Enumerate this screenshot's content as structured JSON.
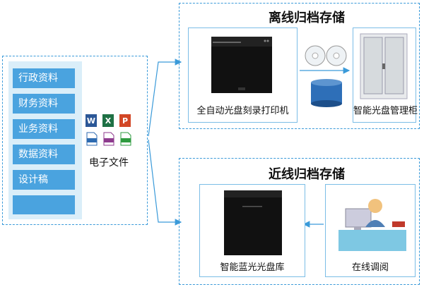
{
  "sources": {
    "items": [
      "行政资料",
      "财务资料",
      "业务资料",
      "数据资料",
      "设计稿",
      ""
    ]
  },
  "files": {
    "label": "电子文件",
    "icons": [
      "word-icon",
      "excel-icon",
      "powerpoint-icon",
      "pdf-icon",
      "psd-icon",
      "html-icon"
    ]
  },
  "offline": {
    "title": "离线归档存储",
    "burner_label": "全自动光盘刻录打印机",
    "cabinet_label": "智能光盘管理柜"
  },
  "nearline": {
    "title": "近线归档存储",
    "library_label": "智能蓝光光盘库",
    "access_label": "在线调阅"
  },
  "colors": {
    "accent": "#4aa3df",
    "border": "#3a9ad9",
    "card_border": "#7bbde6"
  }
}
